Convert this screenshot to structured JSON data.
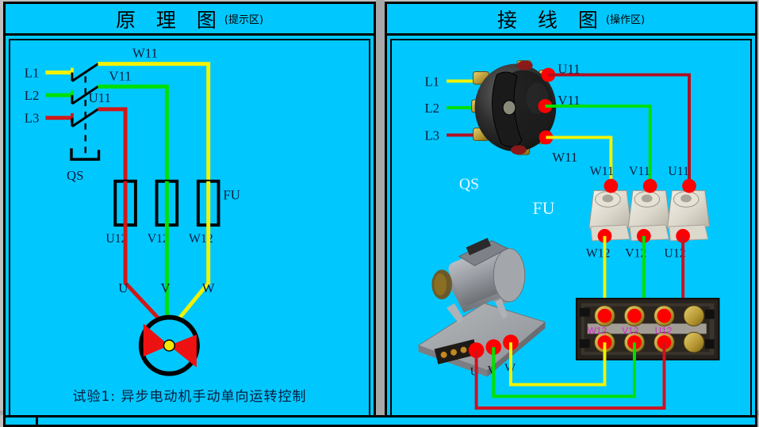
{
  "app": {
    "background_color": "#00c8ff",
    "frame_color": "#c0c0c0",
    "border_color": "#000000"
  },
  "left_panel": {
    "title_main": "原 理 图",
    "title_sub": "(提示区)",
    "caption": "试验1: 异步电动机手动单向运转控制",
    "schematic": {
      "supply_labels": [
        "L1",
        "L2",
        "L3"
      ],
      "switch_label": "QS",
      "switch_out_labels": [
        "W11",
        "V11",
        "U11"
      ],
      "fuse_label": "FU",
      "fuse_out_labels": [
        "U12",
        "V12",
        "W12"
      ],
      "motor_labels": [
        "U",
        "V",
        "W"
      ],
      "wire_colors": {
        "L1": "#f2f200",
        "L2": "#00e000",
        "L3": "#d01818"
      }
    }
  },
  "right_panel": {
    "title_main": "接 线 图",
    "title_sub": "(操作区)",
    "wiring": {
      "supply_labels": [
        "L1",
        "L2",
        "L3"
      ],
      "switch_label": "QS",
      "switch_terminals": [
        "U11",
        "V11",
        "W11"
      ],
      "fuse_label": "FU",
      "fuse_top_terminals": [
        "W11",
        "V11",
        "U11"
      ],
      "fuse_bottom_terminals": [
        "W12",
        "V12",
        "U12"
      ],
      "motor_terminals": [
        "U",
        "V",
        "W"
      ],
      "terminal_block_labels": [
        "W12",
        "V12",
        "U12"
      ],
      "terminal_dot_color": "#ff0000",
      "wire_colors": {
        "L1": "#f2f200",
        "L2": "#00e000",
        "L3": "#b01020"
      }
    }
  }
}
